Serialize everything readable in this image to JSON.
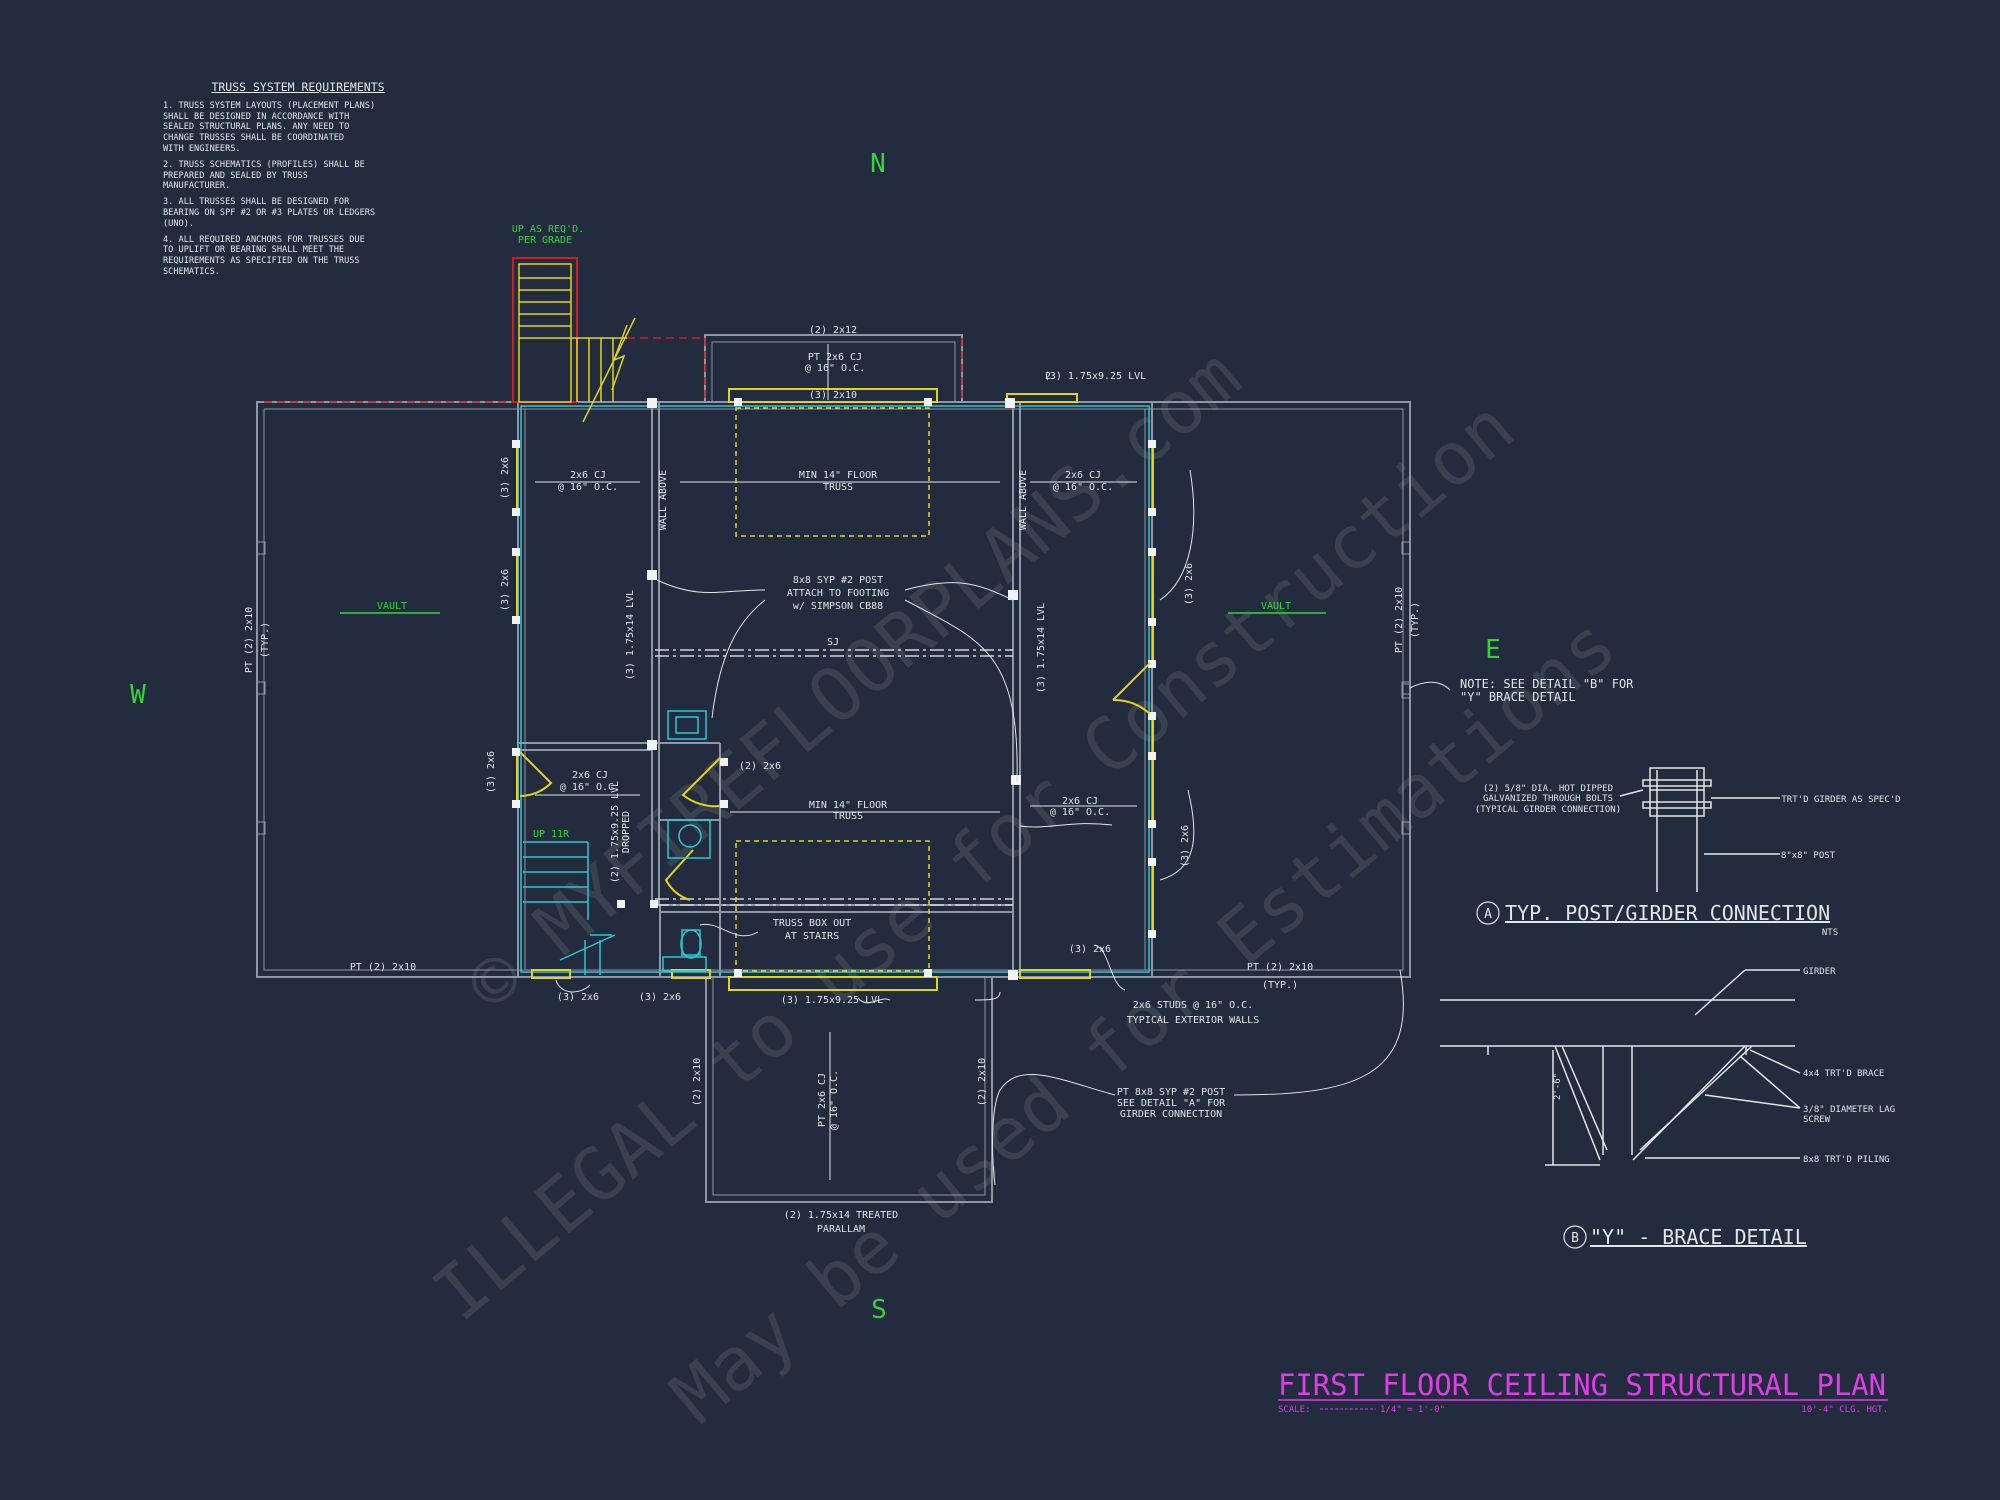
{
  "notes": {
    "title": "TRUSS SYSTEM REQUIREMENTS",
    "items": [
      "1. TRUSS SYSTEM LAYOUTS (PLACEMENT PLANS)\nSHALL BE DESIGNED IN ACCORDANCE WITH\nSEALED STRUCTURAL PLANS. ANY NEED TO\nCHANGE TRUSSES SHALL BE COORDINATED\nWITH ENGINEERS.",
      "2. TRUSS SCHEMATICS (PROFILES) SHALL BE\nPREPARED AND SEALED BY TRUSS\nMANUFACTURER.",
      "3. ALL TRUSSES SHALL BE DESIGNED FOR\nBEARING ON SPF #2 OR #3 PLATES OR LEDGERS\n(UNO).",
      "4. ALL REQUIRED ANCHORS FOR TRUSSES DUE\nTO UPLIFT OR BEARING SHALL MEET THE\nREQUIREMENTS AS SPECIFIED ON THE TRUSS\nSCHEMATICS."
    ]
  },
  "compass": {
    "n": "N",
    "s": "S",
    "e": "E",
    "w": "W"
  },
  "stair_top": {
    "line1": "UP AS REQ'D.",
    "line2": "PER GRADE"
  },
  "stair_inner": "UP 11R",
  "beams": {
    "top_2x12": "(2) 2x12",
    "pt_cj_top_1": "PT 2x6 CJ",
    "pt_cj_top_2": "@ 16\" O.C.",
    "top_3x10": "(3) 2x10",
    "top_lvl_right": "(3) 1.75x9.25 LVL",
    "cj_left_1": "2x6 CJ",
    "cj_left_2": "@ 16\" O.C.",
    "truss_top_1": "MIN 14\" FLOOR",
    "truss_top_2": "TRUSS",
    "cj_right_1": "2x6 CJ",
    "cj_right_2": "@ 16\" O.C.",
    "wall_above": "WALL ABOVE",
    "post_1": "8x8 SYP #2 POST",
    "post_2": "ATTACH TO FOOTING",
    "post_3": "w/ SIMPSON CB88",
    "sj": "SJ",
    "lvl_left": "(3) 1.75x14 LVL",
    "lvl_right": "(3) 1.75x14 LVL",
    "vault_left": "VAULT",
    "vault_right": "VAULT",
    "pt_left_1": "PT (2) 2x10",
    "pt_left_2": "(TYP.)",
    "pt_right_1": "PT (2) 2x10",
    "pt_right_2": "(TYP.)",
    "note_b_1": "NOTE: SEE DETAIL \"B\" FOR",
    "note_b_2": "\"Y\" BRACE DETAIL",
    "stud_2x6": "(3) 2x6",
    "cj_lower_left_1": "2x6 CJ",
    "cj_lower_left_2": "@ 16\" O.C.",
    "cj_lower_right_1": "2x6 CJ",
    "cj_lower_right_2": "@ 16\" O.C.",
    "two_2x6": "(2) 2x6",
    "lvl_dropped_1": "(2) 1.75x9.25 LVL",
    "lvl_dropped_2": "DROPPED",
    "truss_low_1": "MIN 14\" FLOOR",
    "truss_low_2": "TRUSS",
    "box_1": "TRUSS BOX OUT",
    "box_2": "AT STAIRS",
    "bottom_lvl": "(3) 1.75x9.25 LVL",
    "bottom_left_pt": "PT (2) 2x10",
    "bottom_right_pt_1": "PT (2) 2x10",
    "bottom_right_pt_2": "(TYP.)",
    "studs_1": "2x6 STUDS @ 16\" O.C.",
    "studs_2": "TYPICAL EXTERIOR WALLS",
    "porch_left": "(2) 2x10",
    "porch_right": "(2) 2x10",
    "porch_cj_1": "PT 2x6 CJ",
    "porch_cj_2": "@ 16\" O.C.",
    "parallam_1": "(2) 1.75x14 TREATED",
    "parallam_2": "PARALLAM",
    "pt_post_1": "PT 8x8 SYP #2 POST",
    "pt_post_2": "SEE DETAIL \"A\" FOR",
    "pt_post_3": "GIRDER CONNECTION",
    "n2": "2",
    "n3": "3",
    "n4": "4",
    "n1": "1"
  },
  "detail_a": {
    "bolts_1": "(2) 5/8\" DIA. HOT DIPPED",
    "bolts_2": "GALVANIZED THROUGH BOLTS",
    "bolts_3": "(TYPICAL GIRDER CONNECTION)",
    "girder": "TRT'D GIRDER AS SPEC'D",
    "post": "8\"x8\" POST",
    "marker": "A",
    "title": "TYP. POST/GIRDER CONNECTION",
    "nts": "NTS"
  },
  "detail_b": {
    "girder": "GIRDER",
    "brace": "4x4 TRT'D BRACE",
    "lag_1": "3/8\" DIAMETER LAG",
    "lag_2": "SCREW",
    "piling": "8x8 TRT'D PILING",
    "dim": "2'-6\"",
    "marker": "B",
    "title": "\"Y\" - BRACE DETAIL"
  },
  "plan_title": {
    "title": "FIRST FLOOR CEILING STRUCTURAL PLAN",
    "scale_label": "SCALE:",
    "scale_value": "1/4\" = 1'-0\"",
    "height": "10'-4\" CLG. HGT."
  },
  "watermark": {
    "line1": "© MYFIREFLOORPLANS.com",
    "line2": "ILLEGAL to use for Construction",
    "line3": "May be used for Estimations"
  },
  "colors": {
    "background": "#232b3e",
    "wall": "#8e97a6",
    "text": "#e4e4e4",
    "cyan": "#2bc8d2",
    "yellow": "#e2d41a",
    "green": "#35d43a",
    "red": "#d01e1e",
    "magenta": "#e03ce8"
  }
}
